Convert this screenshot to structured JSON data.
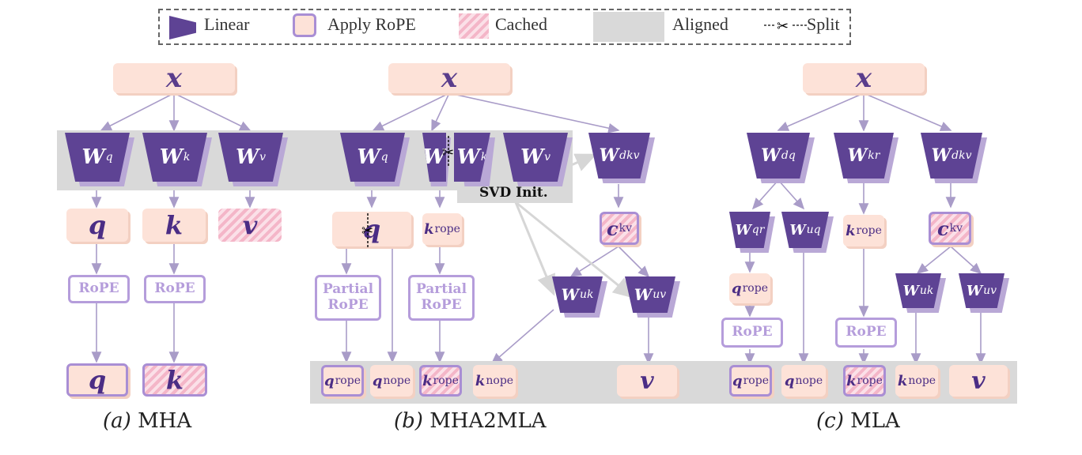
{
  "legend": {
    "linear": "Linear",
    "apply_rope": "Apply RoPE",
    "cached": "Cached",
    "aligned": "Aligned",
    "split": "Split"
  },
  "symbols": {
    "x": "x",
    "W": "W",
    "q": "q",
    "k": "k",
    "v": "v",
    "c": "c",
    "sub_q": "q",
    "sub_k": "k",
    "sub_v": "v",
    "sub_dkv": "dkv",
    "sub_uk": "uk",
    "sub_uv": "uv",
    "sub_dq": "dq",
    "sub_kr": "kr",
    "sub_qr": "qr",
    "sub_uq": "uq",
    "sub_kv": "kv",
    "sub_rope": "rope",
    "sub_nope": "nope"
  },
  "labels": {
    "rope": "RoPE",
    "partial_line1": "Partial",
    "partial_line2": "RoPE",
    "svd": "SVD Init."
  },
  "captions": {
    "a_letter": "(a)",
    "a_text": "MHA",
    "b_letter": "(b)",
    "b_text": "MHA2MLA",
    "c_letter": "(c)",
    "c_text": "MLA"
  },
  "colors": {
    "linear": "#5e4394",
    "pink": "#fde2d8",
    "rope_border": "#a98ed4",
    "aligned": "#d9d9d9",
    "arrow": "#a99cc8"
  }
}
